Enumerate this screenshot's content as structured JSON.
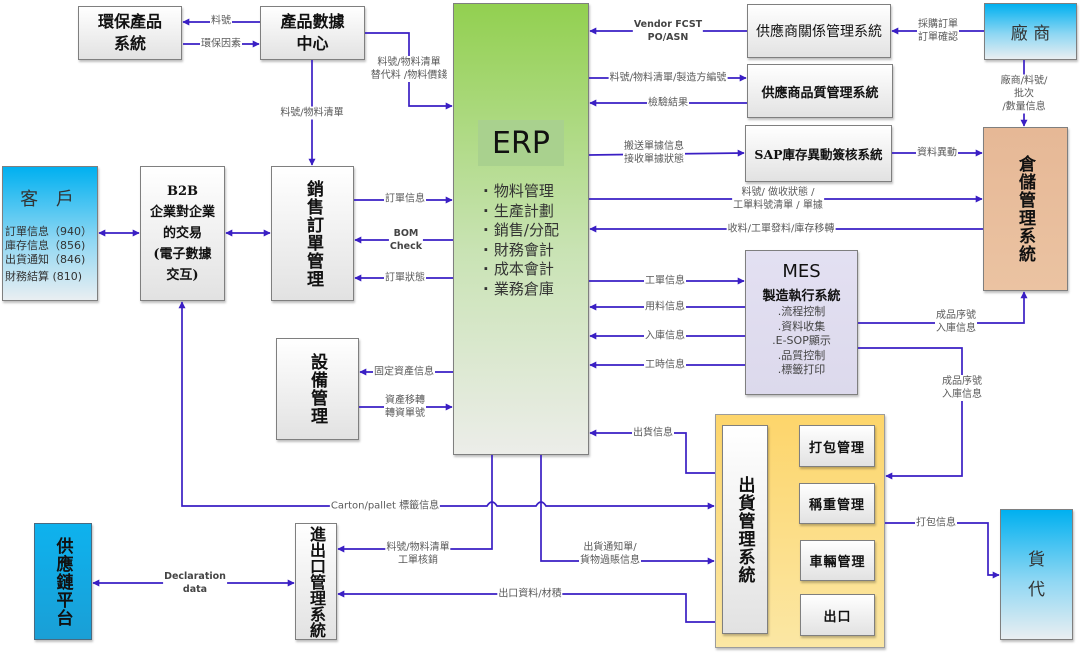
{
  "colors": {
    "line": "#3a1fc4",
    "erp": "#92d050",
    "customer": "#00b0f0",
    "wms": "#e9bf99",
    "shipping": "#fdd56b",
    "mes": "#dcd9ec"
  },
  "nodes": {
    "eco_system": {
      "label": "環保產品\n系統"
    },
    "product_data_center": {
      "label": "產品數據\n中心"
    },
    "erp": {
      "title": "ERP",
      "modules": [
        "物料管理",
        "生產計劃",
        "銷售/分配",
        "財務會計",
        "成本會計",
        "業務倉庫"
      ]
    },
    "srm": {
      "label": "供應商關係管理系統"
    },
    "vendor": {
      "label": "廠 商"
    },
    "sqm": {
      "label": "供應商品質管理系統"
    },
    "sap_inventory": {
      "label": "SAP庫存異動簽核系統"
    },
    "wms": {
      "label": "倉儲管理系統"
    },
    "customer": {
      "title": "客 戶",
      "items": [
        "訂單信息（940）",
        "庫存信息（856)",
        "出貨通知（846)",
        "財務結算 (810)"
      ]
    },
    "b2b": {
      "label": "B2B\n企業對企業\n的交易\n(電子數據\n交互)"
    },
    "sales_order": {
      "label": "銷售訂單管理"
    },
    "mes": {
      "title": "MES",
      "subtitle": "製造執行系統",
      "items": [
        ".流程控制",
        ".資料收集",
        ".E-SOP顯示",
        ".品質控制",
        ".標籤打印"
      ]
    },
    "equipment": {
      "label": "設備管理"
    },
    "shipping": {
      "label": "出貨管理系統",
      "modules": [
        "打包管理",
        "稱重管理",
        "車輛管理",
        "出口"
      ]
    },
    "forwarder": {
      "label": "貨\n代"
    },
    "supply_chain_platform": {
      "label": "供應鏈平台"
    },
    "import_export": {
      "label": "進出口管理系統"
    }
  },
  "edges": {
    "pdc_to_eco": {
      "label": "料號"
    },
    "eco_to_pdc": {
      "label": "環保因素"
    },
    "pdc_to_erp": {
      "label": "料號/物料清單\n替代料 /物料價錢"
    },
    "pdc_to_sales": {
      "label": "料號/物料清單"
    },
    "srm_to_erp": {
      "label": "Vendor FCST\nPO/ASN"
    },
    "vendor_to_srm": {
      "label": "採購訂單\n訂單確認"
    },
    "erp_to_sqm": {
      "label": "料號/物料清單/製造方編號"
    },
    "sqm_to_erp": {
      "label": "檢驗結果"
    },
    "vendor_to_wms": {
      "label": "廠商/料號/批次\n/數量信息"
    },
    "erp_to_sap": {
      "label": "搬送單據信息\n接收單據狀態"
    },
    "sap_to_wms": {
      "label": "資料異動"
    },
    "erp_to_wms": {
      "label": "料號/ 做收狀態 /\n工單料號清單 / 單據"
    },
    "wms_to_erp": {
      "label": "收料/工單發料/庫存移轉"
    },
    "sales_to_erp": {
      "label": "訂單信息"
    },
    "erp_to_sales_bom": {
      "label": "BOM\nCheck"
    },
    "erp_to_sales_status": {
      "label": "訂單狀態"
    },
    "erp_to_mes": {
      "label": "工單信息"
    },
    "mes_to_erp_material": {
      "label": "用料信息"
    },
    "mes_to_erp_inbound": {
      "label": "入庫信息"
    },
    "mes_to_erp_hours": {
      "label": "工時信息"
    },
    "mes_to_wms": {
      "label": "成品序號\n入庫信息"
    },
    "mes_to_shipping": {
      "label": "成品序號\n入庫信息"
    },
    "erp_to_equipment": {
      "label": "固定資產信息"
    },
    "equipment_to_erp": {
      "label": "資產移轉\n轉資單號"
    },
    "shipping_to_erp": {
      "label": "出貨信息"
    },
    "b2b_shipping_carton": {
      "label": "Carton/pallet 標籤信息"
    },
    "erp_to_import_export": {
      "label": "料號/物料清單\n工單核銷"
    },
    "erp_to_shipping": {
      "label": "出貨通知單/\n貨物過賬信息"
    },
    "shipping_to_import_export": {
      "label": "出口資料/材積"
    },
    "declaration": {
      "label": "Declaration\ndata"
    },
    "shipping_to_forwarder": {
      "label": "打包信息"
    }
  }
}
